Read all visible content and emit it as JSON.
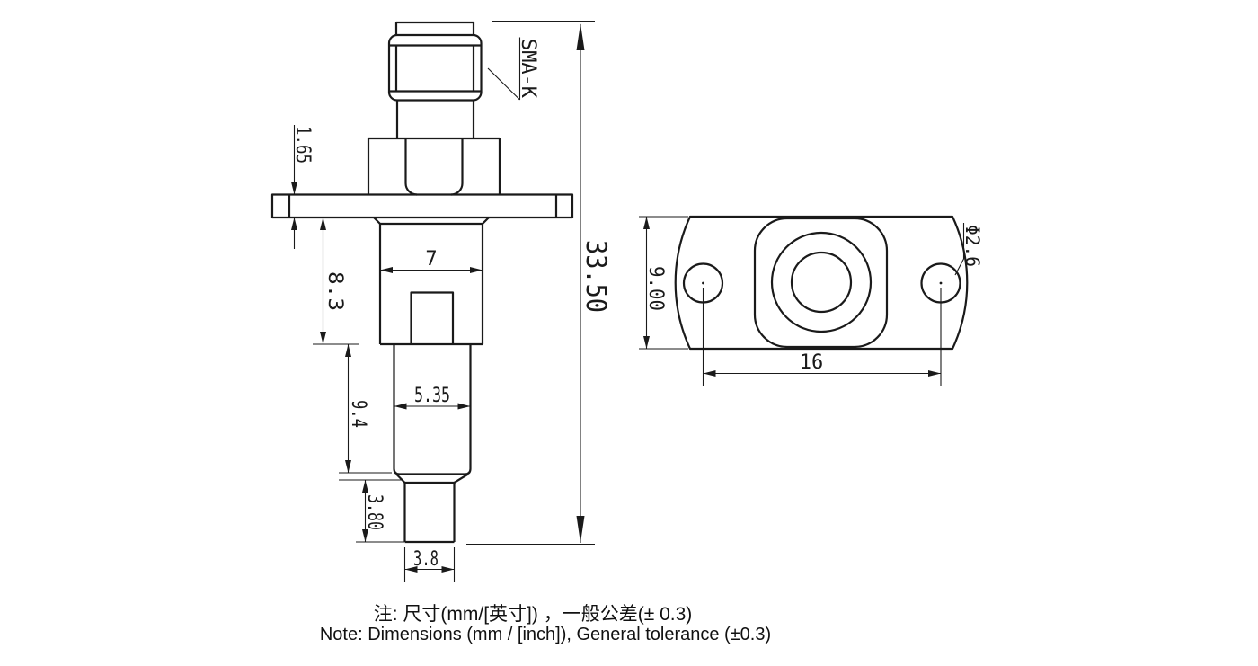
{
  "colors": {
    "line": "#1a1a1a",
    "background": "#ffffff"
  },
  "side_view": {
    "connector_label": "SMA-K",
    "dims": {
      "total_length": "33.50",
      "flange_thickness": "1.65",
      "hex_body_width": "7",
      "upper_body_length": "8.3",
      "mid_body_width": "5.35",
      "mid_body_length": "9.4",
      "pin_length": "3.80",
      "pin_width": "3.8"
    }
  },
  "front_view": {
    "dims": {
      "flange_height": "9.00",
      "hole_spacing": "16",
      "hole_diameter": "Φ2.6"
    }
  },
  "notes": {
    "line_cn": "注: 尺寸(mm/[英寸]) ，一般公差(± 0.3)",
    "line_en": "Note: Dimensions (mm / [inch]), General tolerance (±0.3)"
  }
}
